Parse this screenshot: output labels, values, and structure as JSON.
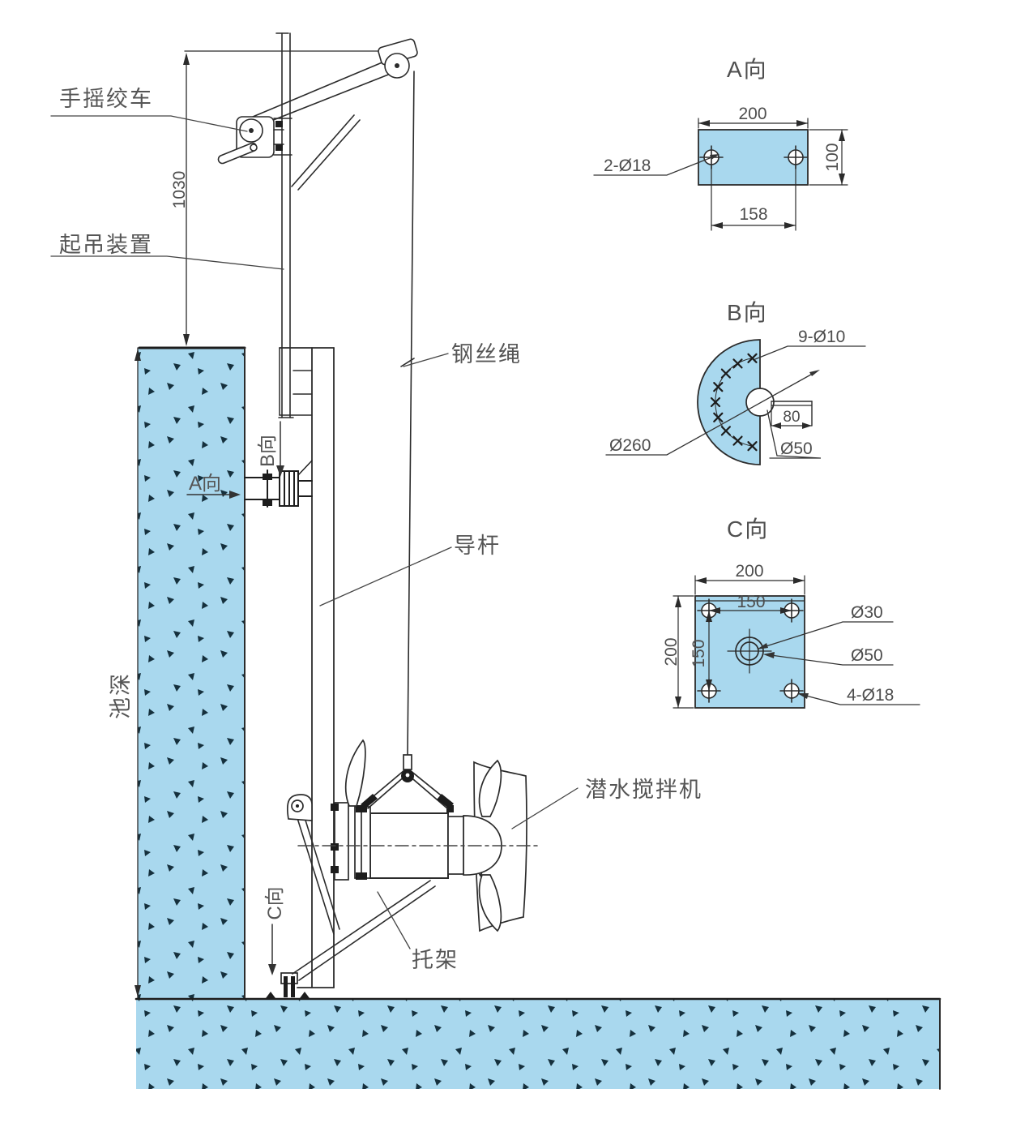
{
  "colors": {
    "plate_blue": "#a9d8ee",
    "line": "#2b2b2b",
    "speckle": "#15303d",
    "text_gray": "#555555"
  },
  "main_view": {
    "labels": {
      "hand_winch": "手摇绞车",
      "hoisting_device": "起吊装置",
      "wire_rope": "钢丝绳",
      "guide_rod": "导杆",
      "submersible_mixer": "潜水搅拌机",
      "support_bracket": "托架",
      "pool_depth": "池深",
      "height_dim": "1030",
      "view_a_marker": "A向",
      "view_b_marker": "B向",
      "view_c_marker": "C向"
    }
  },
  "view_a": {
    "title": "A向",
    "width": "200",
    "height": "100",
    "hole_spacing": "158",
    "holes": "2-Ø18"
  },
  "view_b": {
    "title": "B向",
    "holes": "9-Ø10",
    "outer_dia": "Ø260",
    "center_dia": "Ø50",
    "stub_width": "80"
  },
  "view_c": {
    "title": "C向",
    "width": "200",
    "height": "200",
    "spacing_h": "150",
    "spacing_v": "150",
    "inner_dia": "Ø30",
    "center_dia": "Ø50",
    "corner_holes": "4-Ø18"
  }
}
